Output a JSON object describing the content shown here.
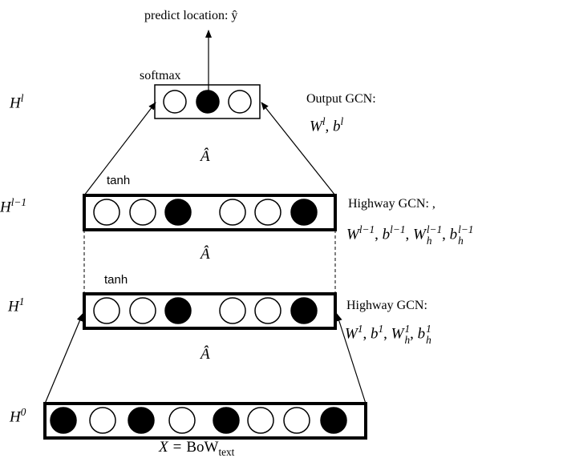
{
  "output": {
    "prediction_label": "predict location: ŷ",
    "layer_name": "H",
    "layer_sup": "l",
    "activation": "softmax",
    "description": "Output GCN:",
    "params": {
      "w_base": "W",
      "w_sup": "l",
      "b_base": "b",
      "b_sup": "l"
    },
    "nodes": [
      0,
      1,
      0
    ]
  },
  "adjacency_symbol": "Â",
  "highway_top": {
    "layer_name": "H",
    "layer_sup": "l−1",
    "activation": "tanh",
    "description": "Highway GCN: ,",
    "params": {
      "w_base": "W",
      "w_sup": "l−1",
      "b_base": "b",
      "b_sup": "l−1",
      "wh_base": "W",
      "wh_sup": "l−1",
      "wh_sub": "h",
      "bh_base": "b",
      "bh_sup": "l−1",
      "bh_sub": "h"
    },
    "nodes": [
      0,
      0,
      1,
      0,
      0,
      1
    ]
  },
  "highway_bottom": {
    "layer_name": "H",
    "layer_sup": "1",
    "activation": "tanh",
    "description": "Highway GCN:",
    "params": {
      "w_base": "W",
      "w_sup": "1",
      "b_base": "b",
      "b_sup": "1",
      "wh_base": "W",
      "wh_sup": "1",
      "wh_sub": "h",
      "bh_base": "b",
      "bh_sup": "1",
      "bh_sub": "h"
    },
    "nodes": [
      0,
      0,
      1,
      0,
      0,
      1
    ]
  },
  "input": {
    "layer_name": "H",
    "layer_sup": "0",
    "formula_lhs": "X",
    "formula_eq": "=",
    "formula_base": "BoW",
    "formula_sub": "text",
    "nodes": [
      1,
      0,
      1,
      0,
      1,
      0,
      0,
      1
    ]
  }
}
